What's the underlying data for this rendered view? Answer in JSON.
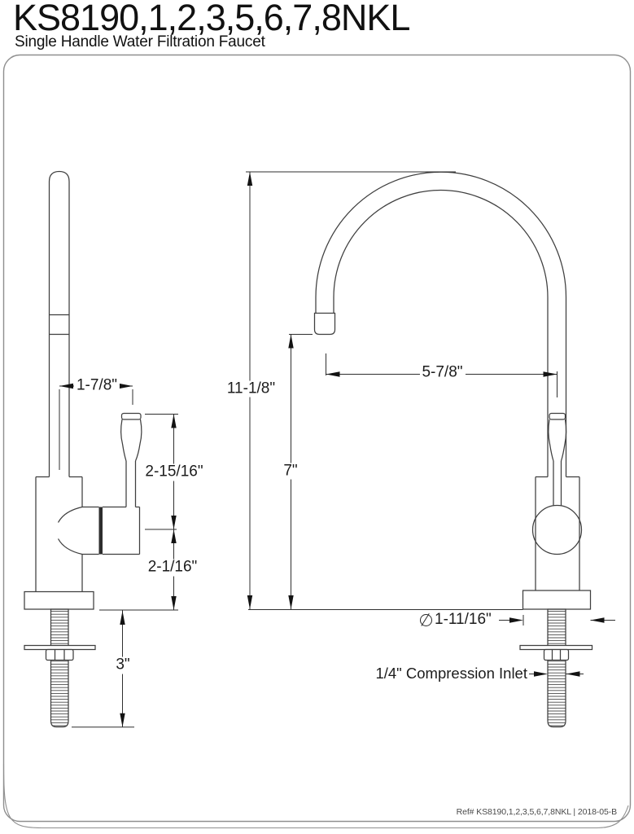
{
  "header": {
    "model": "KS8190,1,2,3,5,6,7,8NKL",
    "subtitle": "Single Handle Water Filtration Faucet"
  },
  "drawing": {
    "type": "technical-dimension-diagram",
    "product": "Single Handle Water Filtration Faucet",
    "views": [
      "side profile view",
      "front profile view"
    ],
    "dimensions": {
      "spout_center_to_handle_center": "1-7/8\"",
      "handle_top_to_valve_center": "2-15/16\"",
      "valve_center_to_deck": "2-1/16\"",
      "shank_length": "3\"",
      "overall_height": "11-1/8\"",
      "spout_outlet_height": "7\"",
      "spout_reach": "5-7/8\"",
      "base_diameter_symbol": "⌀",
      "base_diameter": "1-11/16\"",
      "inlet_note": "1/4\" Compression Inlet"
    }
  },
  "footer": {
    "ref": "Ref# KS8190,1,2,3,5,6,7,8NKL | 2018-05-B"
  }
}
